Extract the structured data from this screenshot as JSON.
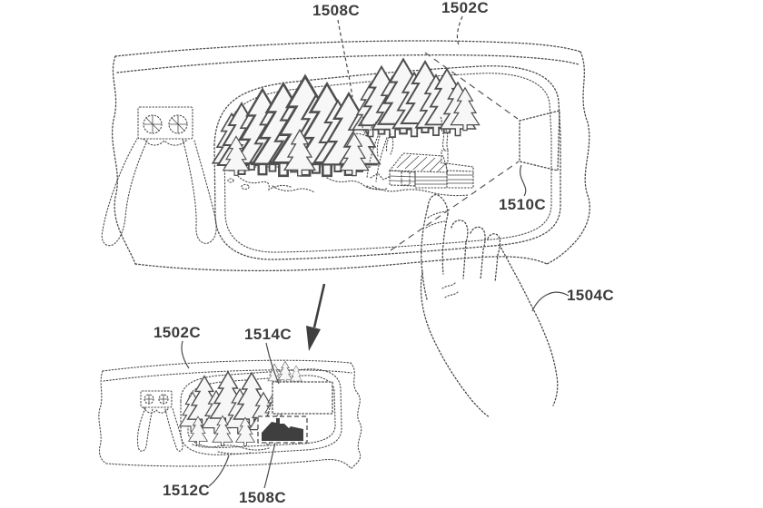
{
  "figure": {
    "kind": "patent-line-drawing",
    "colors": {
      "background": "#ffffff",
      "ink": "#4a4a4a",
      "label_ink": "#3c3c3c",
      "dark_fill": "#3f3f3f"
    }
  },
  "main_figure": {
    "labels": {
      "scene": "1508C",
      "frame": "1502C",
      "display": "1510C",
      "hand": "1504C"
    }
  },
  "inset_figure": {
    "labels": {
      "frame": "1502C",
      "panel": "1514C",
      "lens": "1512C",
      "object": "1508C"
    }
  }
}
